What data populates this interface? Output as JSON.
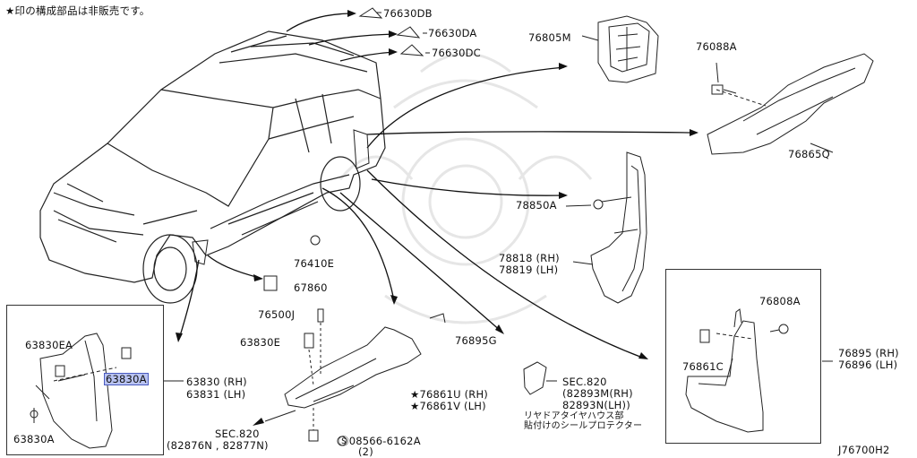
{
  "note": "★印の構成部品は非販売です。",
  "diagram_id": "J76700H2",
  "labels": {
    "p76630DB": "76630DB",
    "p76630DA": "76630DA",
    "p76630DC": "76630DC",
    "p76805M": "76805M",
    "p76088A": "76088A",
    "p76865Q": "76865Q",
    "p78850A": "78850A",
    "p78818": "78818 (RH)",
    "p78819": "78819 (LH)",
    "p76410E": "76410E",
    "p67860": "67860",
    "p76500J": "76500J",
    "p63830E": "63830E",
    "p76895G": "76895G",
    "p76861U": "★76861U (RH)",
    "p76861V": "★76861V (LH)",
    "sec820_a": "SEC.820",
    "sec820_a_parts": "(82876N , 82877N)",
    "p08566": "08566-6162A",
    "p08566_qty": "(2)",
    "sec820_b": "SEC.820",
    "p82893M": "(82893M(RH)",
    "p82893N": "82893N(LH))",
    "jp_desc_1": "リヤドアタイヤハウス部",
    "jp_desc_2": "貼付けのシールプロテクター",
    "p63830EA": "63830EA",
    "p63830A_hl": "63830A",
    "p63830": "63830 (RH)",
    "p63831": "63831 (LH)",
    "p63830A": "63830A",
    "p76808A": "76808A",
    "p76861C": "76861C",
    "p76895": "76895 (RH)",
    "p76896": "76896 (LH)"
  }
}
